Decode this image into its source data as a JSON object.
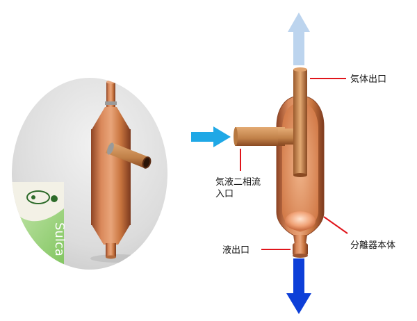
{
  "labels": {
    "gas_outlet": "気体出口",
    "two_phase_inlet_line1": "気液二相流",
    "two_phase_inlet_line2": "入口",
    "separator_body": "分離器本体",
    "liquid_outlet": "液出口"
  },
  "photo_label": {
    "brand_text": "Sulca"
  },
  "colors": {
    "callout_line": "#e0151b",
    "inlet_arrow": "#1fa8e6",
    "gas_arrow": "#bcd4ee",
    "liquid_arrow": "#0d3fd8",
    "copper": "#c8743e"
  }
}
